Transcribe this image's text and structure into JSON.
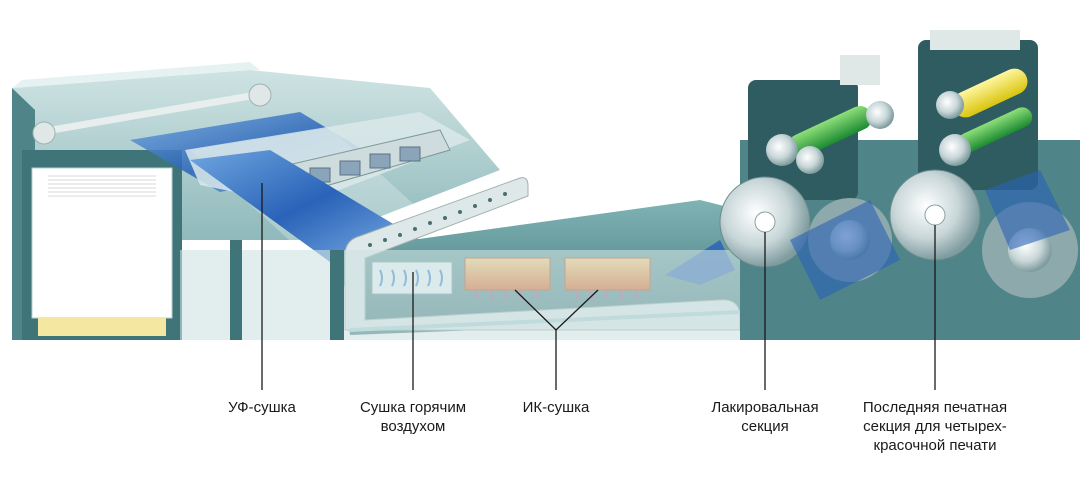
{
  "labels": {
    "uv_dryer": {
      "lines": [
        "УФ-сушка"
      ]
    },
    "hot_air_dryer": {
      "lines": [
        "Сушка горячим",
        "воздухом"
      ]
    },
    "ir_dryer": {
      "lines": [
        "ИК-сушка"
      ]
    },
    "coating_unit": {
      "lines": [
        "Лакировальная",
        "секция"
      ]
    },
    "last_printing_unit": {
      "lines": [
        "Последняя печатная",
        "секция для четырех-",
        "красочной печати"
      ]
    }
  },
  "colors": {
    "frame": "#5b8f93",
    "frame_dark": "#2f5c60",
    "frame_light": "#a9cfd0",
    "sheet_blue": "#2f6fc0",
    "roller_green": "#2aa83c",
    "roller_yellow": "#f3e21a",
    "ir_orange": "#f08a2a",
    "paper": "#f4f1e6",
    "pile_base": "#f3e7a1",
    "leader": "#1a1a1a"
  }
}
